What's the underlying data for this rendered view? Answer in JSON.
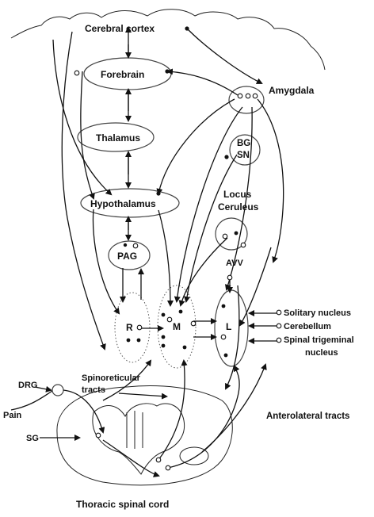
{
  "labels": {
    "cerebral_cortex": "Cerebral cortex",
    "forebrain": "Forebrain",
    "thalamus": "Thalamus",
    "hypothalamus": "Hypothalamus",
    "pag": "PAG",
    "amygdala": "Amygdala",
    "bg": "BG",
    "sn": "SN",
    "locus": "Locus",
    "ceruleus": "Ceruleus",
    "avv": "AVV",
    "r": "R",
    "m": "M",
    "l": "L",
    "solitary_nucleus": "Solitary nucleus",
    "cerebellum": "Cerebellum",
    "spinal_trigeminal_1": "Spinal trigeminal",
    "spinal_trigeminal_2": "nucleus",
    "drg": "DRG",
    "pain": "Pain",
    "spinoreticular_1": "Spinoreticular",
    "spinoreticular_2": "tracts",
    "anterolateral_tracts": "Anterolateral tracts",
    "sg": "SG",
    "thoracic_spinal_cord": "Thoracic spinal cord"
  }
}
